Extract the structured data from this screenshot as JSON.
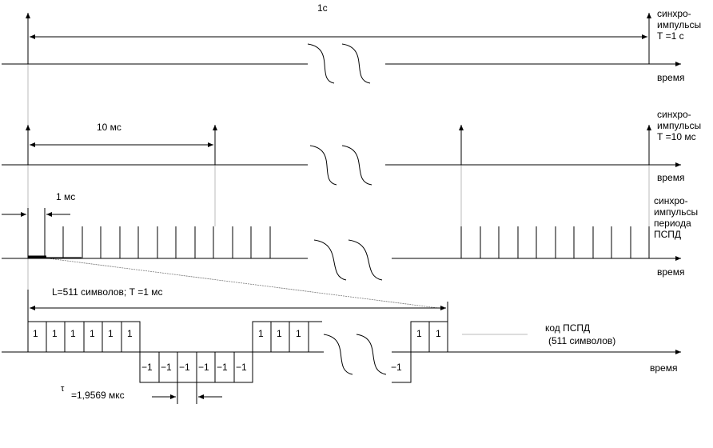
{
  "level1": {
    "duration_label": "1с",
    "pulse_label": [
      "синхро-",
      "импульсы",
      "Т =1 с"
    ],
    "axis_label": "время"
  },
  "level2": {
    "duration_label": "10 мс",
    "pulse_label": [
      "синхро-",
      "импульсы",
      "Т =10 мс"
    ],
    "axis_label": "время"
  },
  "level3": {
    "duration_label": "1 мс",
    "pulse_label": [
      "синхро-",
      "импульсы",
      "периода",
      "ПСПД"
    ],
    "axis_label": "время"
  },
  "level4": {
    "length_label": "L=511 символов; Т =1 мс",
    "code_label": [
      "код ПСПД",
      "(511 символов)"
    ],
    "tau_symbol": "τ",
    "tau_value": "=1,9569 мкс",
    "axis_label": "время",
    "symbols_group1": [
      "1",
      "1",
      "1",
      "1",
      "1",
      "1"
    ],
    "symbols_group2": [
      "−1",
      "−1",
      "−1",
      "−1",
      "−1",
      "−1"
    ],
    "symbols_group3": [
      "1",
      "1",
      "1"
    ],
    "symbols_group4": [
      "−1"
    ],
    "symbols_group5": [
      "1",
      "1"
    ]
  }
}
